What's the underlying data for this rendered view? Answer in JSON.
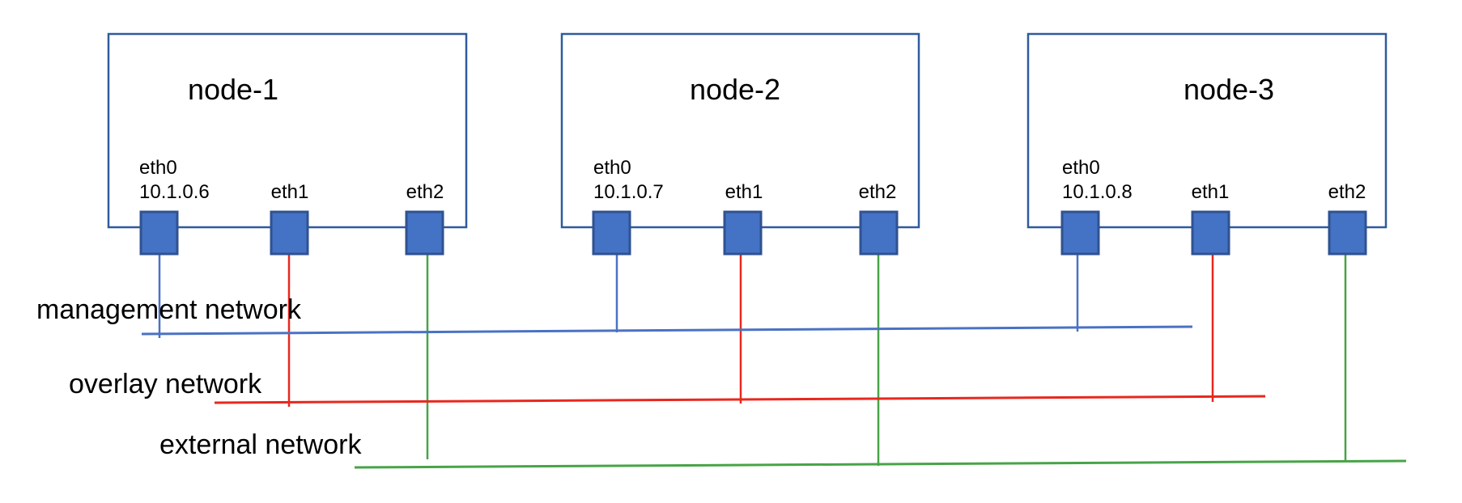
{
  "nodes": [
    {
      "title": "node-1",
      "interfaces": [
        {
          "label": "eth0",
          "ip": "10.1.0.6"
        },
        {
          "label": "eth1"
        },
        {
          "label": "eth2"
        }
      ]
    },
    {
      "title": "node-2",
      "interfaces": [
        {
          "label": "eth0",
          "ip": "10.1.0.7"
        },
        {
          "label": "eth1"
        },
        {
          "label": "eth2"
        }
      ]
    },
    {
      "title": "node-3",
      "interfaces": [
        {
          "label": "eth0",
          "ip": "10.1.0.8"
        },
        {
          "label": "eth1"
        },
        {
          "label": "eth2"
        }
      ]
    }
  ],
  "networks": [
    {
      "label": "management network",
      "color": "#4a72c4"
    },
    {
      "label": "overlay network",
      "color": "#e8281e"
    },
    {
      "label": "external network",
      "color": "#47a447"
    }
  ],
  "theme": {
    "node_border": "#2e5b9e",
    "port_fill": "#4472c4",
    "port_border": "#2f5291",
    "text_color": "#000000",
    "background": "#ffffff"
  }
}
